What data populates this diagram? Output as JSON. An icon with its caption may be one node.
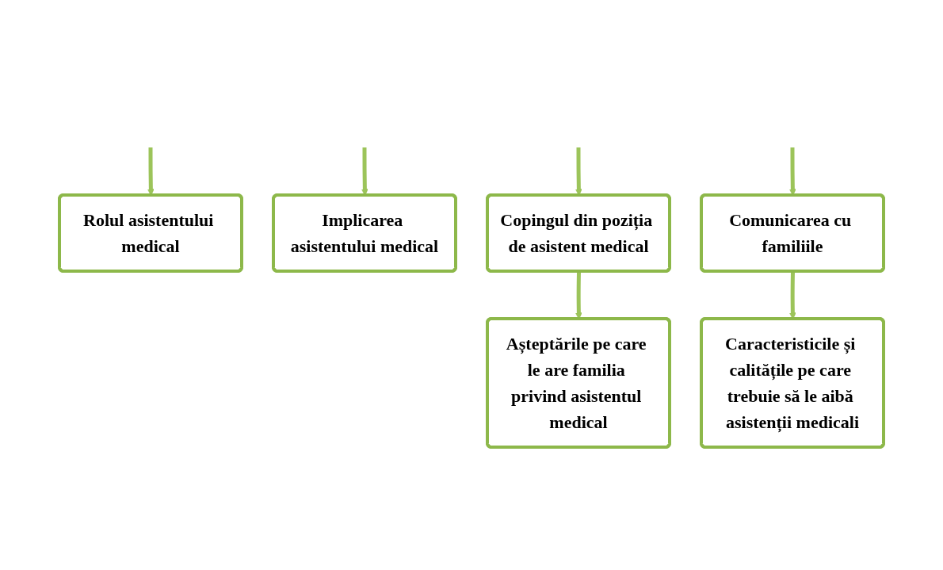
{
  "diagram": {
    "nodes": [
      {
        "text": [
          "Rolul asistentului medical"
        ]
      },
      {
        "text": [
          "Implicarea asistentului medical"
        ]
      },
      {
        "text": [
          "Copingul din poziția de asistent medical"
        ]
      },
      {
        "text": [
          "Comunicarea cu familiile"
        ]
      },
      {
        "text": [
          "Așteptările pe care le are familia privind asistentul medical"
        ]
      },
      {
        "text": [
          "Caracteristicile și calitățile pe care trebuie să le aibă asistenții medicali"
        ]
      }
    ],
    "edges": [
      {
        "from": null,
        "to": 0,
        "arrow": "to"
      },
      {
        "from": null,
        "to": 1,
        "arrow": "to"
      },
      {
        "from": null,
        "to": 2,
        "arrow": "to"
      },
      {
        "from": null,
        "to": 3,
        "arrow": "to"
      },
      {
        "from": 2,
        "to": 4,
        "arrow": "to"
      },
      {
        "from": 3,
        "to": 5,
        "arrow": "to"
      }
    ]
  }
}
